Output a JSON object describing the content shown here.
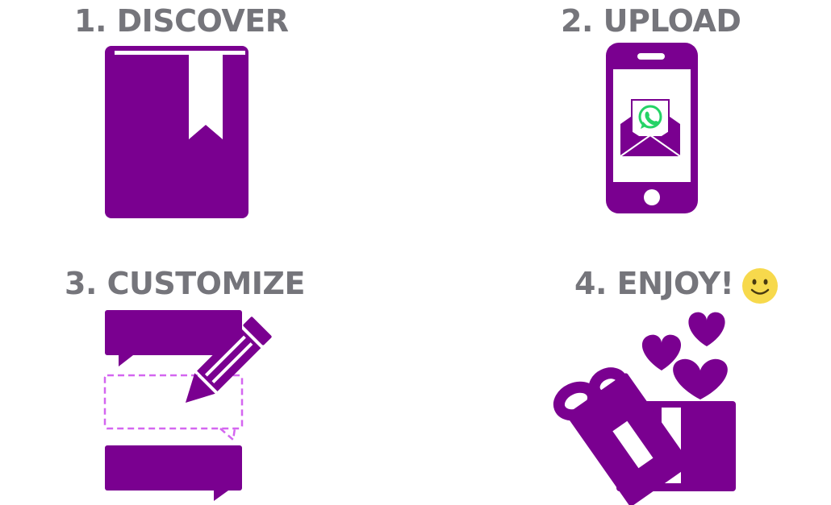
{
  "steps": [
    {
      "title": "1. DISCOVER",
      "icon": "book-bookmark-icon"
    },
    {
      "title": "2. UPLOAD",
      "icon": "phone-whatsapp-mail-icon"
    },
    {
      "title": "3. CUSTOMIZE",
      "icon": "edit-chat-bubbles-icon"
    },
    {
      "title": "4. ENJOY!",
      "icon": "gift-hearts-icon"
    }
  ],
  "emoji": "smiley-face-icon",
  "colors": {
    "purple": "#7a0090",
    "heading_gray": "#75757b",
    "dashed_pink": "#d466f0",
    "whatsapp_green": "#25d366",
    "emoji_yellow": "#f7d94c"
  }
}
